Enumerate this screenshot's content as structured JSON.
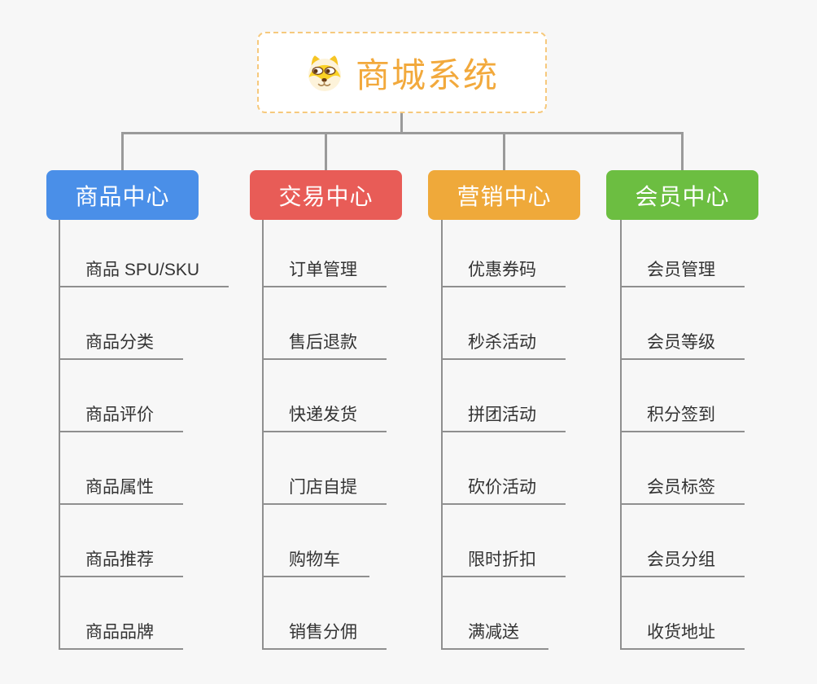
{
  "root": {
    "title": "商城系统",
    "icon": "dog-icon",
    "accent_color": "#f2a93c",
    "border_color": "#f6c97d"
  },
  "connector_color": "#9a9a9a",
  "branches": [
    {
      "label": "商品中心",
      "color": "#4a8fe8",
      "items": [
        "商品 SPU/SKU",
        "商品分类",
        "商品评价",
        "商品属性",
        "商品推荐",
        "商品品牌"
      ]
    },
    {
      "label": "交易中心",
      "color": "#e85c57",
      "items": [
        "订单管理",
        "售后退款",
        "快递发货",
        "门店自提",
        "购物车",
        "销售分佣"
      ]
    },
    {
      "label": "营销中心",
      "color": "#efa93a",
      "items": [
        "优惠券码",
        "秒杀活动",
        "拼团活动",
        "砍价活动",
        "限时折扣",
        "满减送"
      ]
    },
    {
      "label": "会员中心",
      "color": "#6cbe41",
      "items": [
        "会员管理",
        "会员等级",
        "积分签到",
        "会员标签",
        "会员分组",
        "收货地址"
      ]
    }
  ]
}
